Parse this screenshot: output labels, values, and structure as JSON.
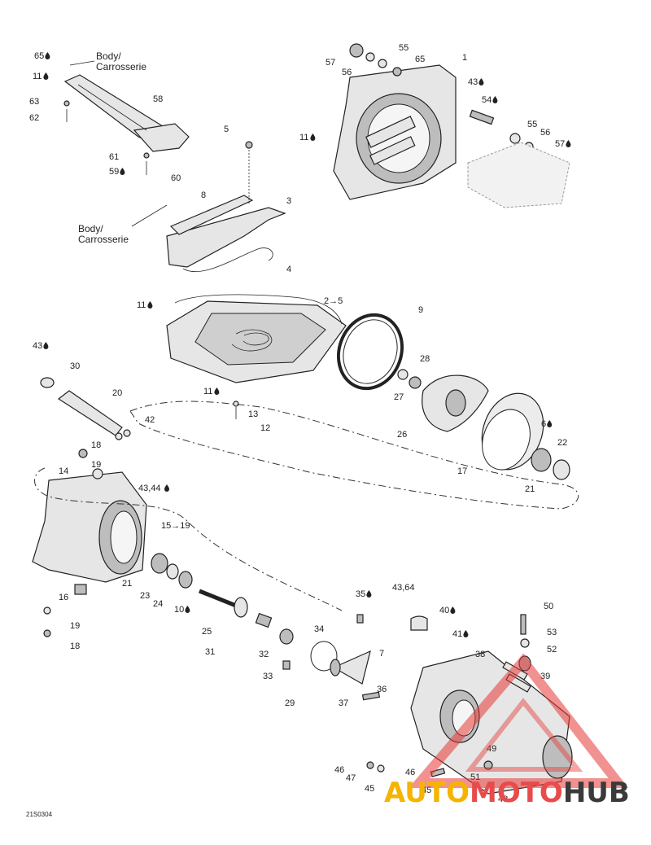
{
  "diagram": {
    "drawing_code": "21S0304",
    "body_notes": [
      {
        "id": "note-body-top",
        "line1": "Body/",
        "line2": "Carrosserie"
      },
      {
        "id": "note-body-mid",
        "line1": "Body/",
        "line2": "Carrosserie"
      }
    ],
    "callouts": [
      {
        "t": "65"
      },
      {
        "t": "11"
      },
      {
        "t": "63"
      },
      {
        "t": "62"
      },
      {
        "t": "58"
      },
      {
        "t": "61"
      },
      {
        "t": "59"
      },
      {
        "t": "60"
      },
      {
        "t": "5"
      },
      {
        "t": "8"
      },
      {
        "t": "3"
      },
      {
        "t": "4"
      },
      {
        "t": "57"
      },
      {
        "t": "56"
      },
      {
        "t": "55"
      },
      {
        "t": "65"
      },
      {
        "t": "1"
      },
      {
        "t": "43"
      },
      {
        "t": "54"
      },
      {
        "t": "55"
      },
      {
        "t": "56"
      },
      {
        "t": "57"
      },
      {
        "t": "11"
      },
      {
        "t": "11"
      },
      {
        "t": "2→5"
      },
      {
        "t": "9"
      },
      {
        "t": "28"
      },
      {
        "t": "27"
      },
      {
        "t": "11"
      },
      {
        "t": "13"
      },
      {
        "t": "12"
      },
      {
        "t": "26"
      },
      {
        "t": "6"
      },
      {
        "t": "22"
      },
      {
        "t": "17"
      },
      {
        "t": "21"
      },
      {
        "t": "43"
      },
      {
        "t": "30"
      },
      {
        "t": "20"
      },
      {
        "t": "42"
      },
      {
        "t": "18"
      },
      {
        "t": "19"
      },
      {
        "t": "14"
      },
      {
        "t": "43,44"
      },
      {
        "t": "15→19"
      },
      {
        "t": "21"
      },
      {
        "t": "23"
      },
      {
        "t": "24"
      },
      {
        "t": "10"
      },
      {
        "t": "16"
      },
      {
        "t": "19"
      },
      {
        "t": "18"
      },
      {
        "t": "25"
      },
      {
        "t": "31"
      },
      {
        "t": "32"
      },
      {
        "t": "33"
      },
      {
        "t": "34"
      },
      {
        "t": "35"
      },
      {
        "t": "43,64"
      },
      {
        "t": "7"
      },
      {
        "t": "29"
      },
      {
        "t": "36"
      },
      {
        "t": "37"
      },
      {
        "t": "40"
      },
      {
        "t": "41"
      },
      {
        "t": "38"
      },
      {
        "t": "50"
      },
      {
        "t": "53"
      },
      {
        "t": "52"
      },
      {
        "t": "39"
      },
      {
        "t": "49"
      },
      {
        "t": "46"
      },
      {
        "t": "47"
      },
      {
        "t": "45"
      },
      {
        "t": "46"
      },
      {
        "t": "45"
      },
      {
        "t": "51"
      },
      {
        "t": "48"
      }
    ]
  },
  "watermark": {
    "part1": "AUTO",
    "part2": "MOTO",
    "part3": "HUB",
    "colors": {
      "auto": "#f4b400",
      "moto": "#e84b4b",
      "hub": "#3a3a3a",
      "triangle": "#e53935"
    }
  }
}
